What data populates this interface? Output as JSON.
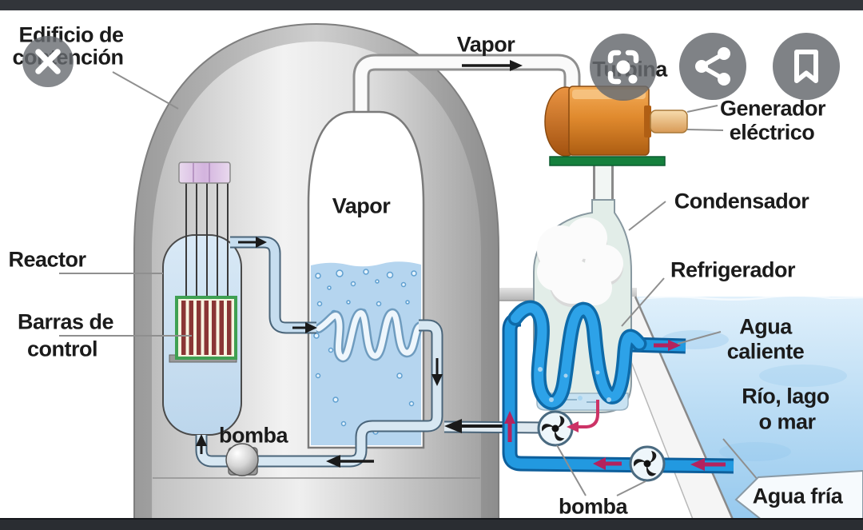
{
  "viewer": {
    "chrome_bar_color": "#32353a",
    "button_color": "#676a6f",
    "buttons": {
      "close": {
        "icon": "close-icon"
      },
      "lens": {
        "icon": "google-lens-icon"
      },
      "share": {
        "icon": "share-icon"
      },
      "bookmark": {
        "icon": "bookmark-icon"
      }
    }
  },
  "diagram": {
    "labels": {
      "edificio_line1": "Edificio de",
      "edificio_line2": "contención",
      "vapor_top": "Vapor",
      "turbina": "Turbina",
      "generador_line1": "Generador",
      "generador_line2": "eléctrico",
      "condensador": "Condensador",
      "refrigerador": "Refrigerador",
      "agua_caliente_line1": "Agua",
      "agua_caliente_line2": "caliente",
      "rio_line1": "Río, lago",
      "rio_line2": "o mar",
      "agua_fria": "Agua fría",
      "reactor": "Reactor",
      "barras_line1": "Barras de",
      "barras_line2": "control",
      "vapor_generator": "Vapor",
      "bomba_containment": "bomba",
      "bomba_cooling": "bomba"
    },
    "colors": {
      "primary_pipe": "#c6ddef",
      "cooling_pipe": "#2299e0",
      "turbine_orange": "#e08a2e",
      "platform_green": "#15803d",
      "water_body": "#aed6f2",
      "arrow_black": "#1a1a1a",
      "arrow_magenta": "#b3235e",
      "control_rods": "#8a3535",
      "rod_frame_green": "#3fa052",
      "containment_gray": "#b5b5b5"
    }
  }
}
